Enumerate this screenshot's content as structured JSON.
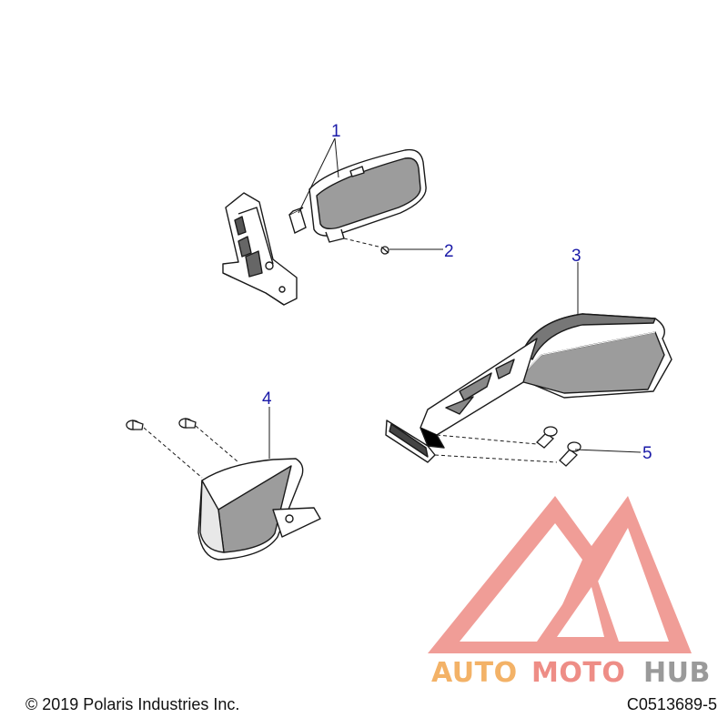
{
  "callouts": [
    "1",
    "2",
    "3",
    "4",
    "5"
  ],
  "footer": {
    "copyright": "© 2019 Polaris Industries Inc.",
    "figure_id": "C0513689-5"
  },
  "watermark": {
    "part_auto": "AUTO",
    "part_moto": "MOTO",
    "part_hub": "HUB",
    "color_auto": "#f3b267",
    "color_moto": "#ee8d86",
    "color_hub": "#9a9a9a",
    "logo_color": "#ee8d86"
  },
  "colors": {
    "line": "#1a1a1a",
    "callout": "#1a1aa8",
    "glass": "#9c9c9c"
  }
}
